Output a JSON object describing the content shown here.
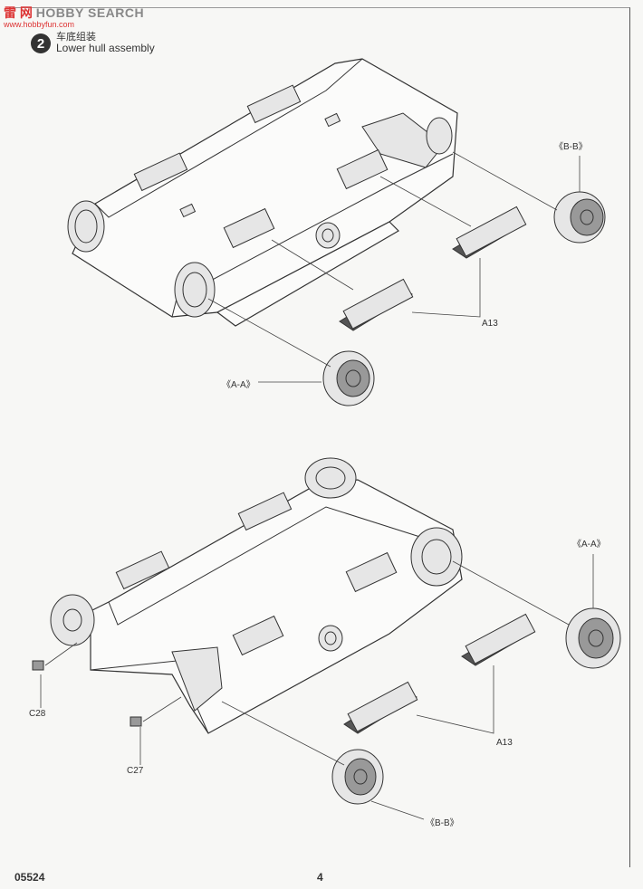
{
  "watermark": {
    "left": "雷 网",
    "right": "HOBBY SEARCH",
    "url": "www.hobbyfun.com"
  },
  "step": {
    "number": "2",
    "title_cn": "车底组装",
    "title_en": "Lower hull assembly"
  },
  "callouts": {
    "bb_top": "《B-B》",
    "aa_top": "《A-A》",
    "a13_top": "A13",
    "aa_bottom": "《A-A》",
    "c28": "C28",
    "c27": "C27",
    "a13_bottom": "A13",
    "bb_bottom": "《B-B》"
  },
  "footer": {
    "code": "05524",
    "page": "4"
  }
}
